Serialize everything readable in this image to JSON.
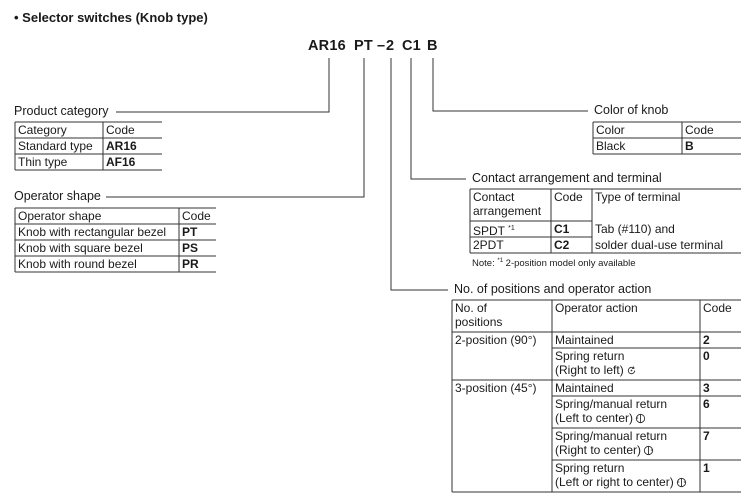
{
  "heading": "• Selector switches (Knob type)",
  "model_code": {
    "part1": "AR16",
    "part2": "PT",
    "part3": "2",
    "part4": "C1",
    "part5": "B",
    "dash": "–"
  },
  "product_category": {
    "title": "Product category",
    "headers": [
      "Category",
      "Code"
    ],
    "rows": [
      {
        "name": "Standard type",
        "code": "AR16"
      },
      {
        "name": "Thin type",
        "code": "AF16"
      }
    ]
  },
  "operator_shape": {
    "title": "Operator shape",
    "headers": [
      "Operator shape",
      "Code"
    ],
    "rows": [
      {
        "name": "Knob with rectangular bezel",
        "code": "PT"
      },
      {
        "name": "Knob with square bezel",
        "code": "PS"
      },
      {
        "name": "Knob with round bezel",
        "code": "PR"
      }
    ]
  },
  "color_of_knob": {
    "title": "Color of knob",
    "headers": [
      "Color",
      "Code"
    ],
    "rows": [
      {
        "name": "Black",
        "code": "B"
      }
    ]
  },
  "contact": {
    "title": "Contact arrangement and terminal",
    "headers": {
      "arr_line1": "Contact",
      "arr_line2": "arrangement",
      "code": "Code",
      "type": "Type of terminal"
    },
    "rows": [
      {
        "arr": "SPDT",
        "sup": "*1",
        "code": "C1",
        "type": "Tab (#110) and"
      },
      {
        "arr": "2PDT",
        "code": "C2",
        "type": "solder dual-use terminal"
      }
    ],
    "note_prefix": "Note: ",
    "note_sup": "*1",
    "note_text": " 2-position model only available"
  },
  "positions": {
    "title": "No. of positions and operator action",
    "headers": {
      "pos_line1": "No. of",
      "pos_line2": "positions",
      "action": "Operator action",
      "code": "Code"
    },
    "group1": {
      "label": "2-position (90°)",
      "rows": [
        {
          "line1": "Maintained",
          "code": "2"
        },
        {
          "line1": "Spring return",
          "line2": "(Right to left)",
          "code": "0"
        }
      ]
    },
    "group2": {
      "label": "3-position (45°)",
      "rows": [
        {
          "line1": "Maintained",
          "code": "3"
        },
        {
          "line1": "Spring/manual return",
          "line2": "(Left to center)",
          "code": "6"
        },
        {
          "line1": "Spring/manual return",
          "line2": "(Right to center)",
          "code": "7"
        },
        {
          "line1": "Spring return",
          "line2": "(Left or right to center)",
          "code": "1"
        }
      ]
    }
  },
  "colors": {
    "text": "#1a1a1a",
    "line": "#333333"
  }
}
